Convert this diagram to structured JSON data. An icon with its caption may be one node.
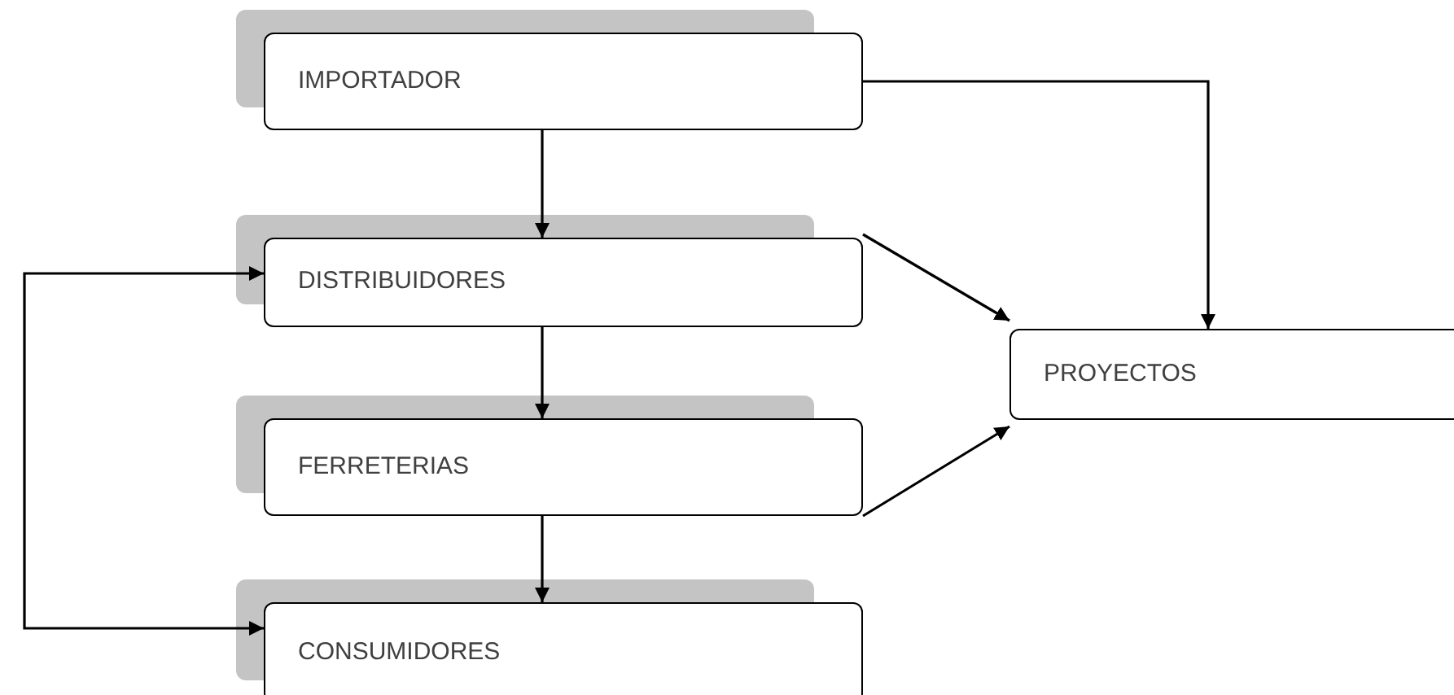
{
  "diagram": {
    "nodes": [
      {
        "text": [
          "IMPORTADOR"
        ]
      },
      {
        "text": [
          "DISTRIBUIDORES"
        ]
      },
      {
        "text": [
          "FERRETERIAS"
        ]
      },
      {
        "text": [
          "CONSUMIDORES"
        ]
      },
      {
        "text": [
          "PROYECTOS"
        ]
      }
    ],
    "edges": [
      {
        "from": 0,
        "to": 1,
        "arrow": "to"
      },
      {
        "from": 1,
        "to": 2,
        "arrow": "to"
      },
      {
        "from": 2,
        "to": 3,
        "arrow": "to"
      },
      {
        "from": 0,
        "to": 4,
        "arrow": "to"
      },
      {
        "from": 1,
        "to": 4,
        "arrow": "to"
      },
      {
        "from": 2,
        "to": 4,
        "arrow": "to"
      },
      {
        "from": 3,
        "to": 1,
        "arrow": "both"
      }
    ]
  }
}
